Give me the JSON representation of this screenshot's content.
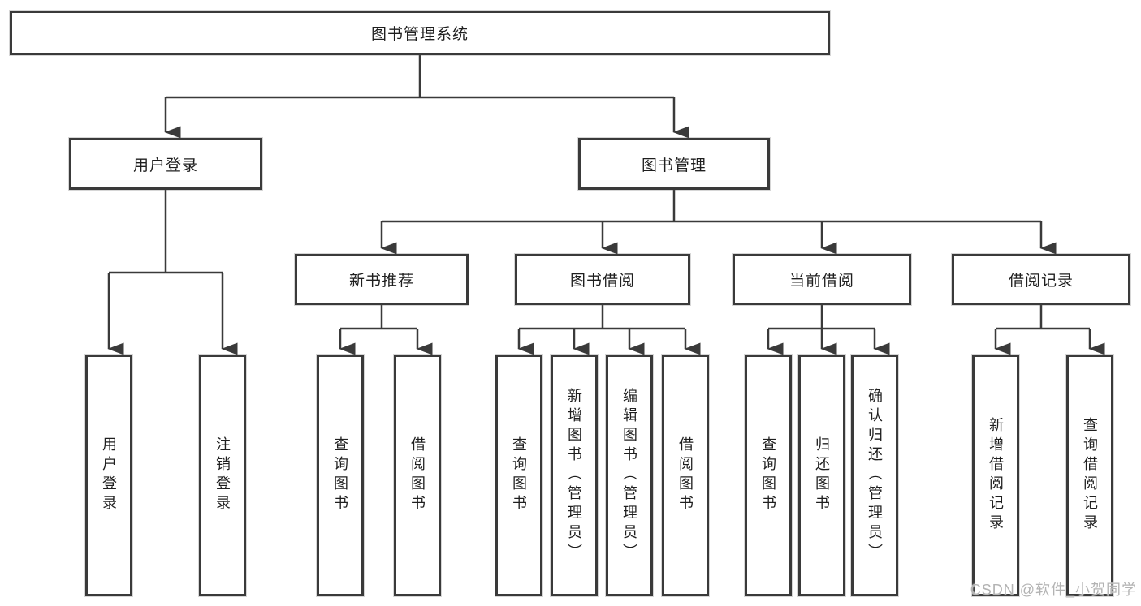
{
  "nodes": {
    "root": {
      "label": "图书管理系统"
    },
    "user_login": {
      "label": "用户登录"
    },
    "book_mgmt": {
      "label": "图书管理"
    },
    "new_book_rec": {
      "label": "新书推荐"
    },
    "book_borrow": {
      "label": "图书借阅"
    },
    "current_borrow": {
      "label": "当前借阅"
    },
    "borrow_records": {
      "label": "借阅记录"
    },
    "leaf_user_login": {
      "label": "用户登录"
    },
    "leaf_logout": {
      "label": "注销登录"
    },
    "leaf_rec_query": {
      "label": "查询图书"
    },
    "leaf_rec_borrow": {
      "label": "借阅图书"
    },
    "leaf_bb_query": {
      "label": "查询图书"
    },
    "leaf_bb_add": {
      "label": "新增图书（管理员）"
    },
    "leaf_bb_edit": {
      "label": "编辑图书（管理员）"
    },
    "leaf_bb_borrow": {
      "label": "借阅图书"
    },
    "leaf_cb_query": {
      "label": "查询图书"
    },
    "leaf_cb_return": {
      "label": "归还图书"
    },
    "leaf_cb_confirm": {
      "label": "确认归还（管理员）"
    },
    "leaf_br_add": {
      "label": "新增借阅记录"
    },
    "leaf_br_query": {
      "label": "查询借阅记录"
    }
  },
  "hierarchy": {
    "图书管理系统": {
      "用户登录": [
        "用户登录",
        "注销登录"
      ],
      "图书管理": {
        "新书推荐": [
          "查询图书",
          "借阅图书"
        ],
        "图书借阅": [
          "查询图书",
          "新增图书（管理员）",
          "编辑图书（管理员）",
          "借阅图书"
        ],
        "当前借阅": [
          "查询图书",
          "归还图书",
          "确认归还（管理员）"
        ],
        "借阅记录": [
          "新增借阅记录",
          "查询借阅记录"
        ]
      }
    }
  },
  "watermark": {
    "text": "CSDN @软件_小贺同学"
  },
  "colors": {
    "line": "#3a3a3a",
    "box_border": "#3a3a3a",
    "box_background": "#ffffff",
    "text": "#1f1f1f",
    "watermark": "#b3b3b3",
    "page_background": "#ffffff"
  }
}
